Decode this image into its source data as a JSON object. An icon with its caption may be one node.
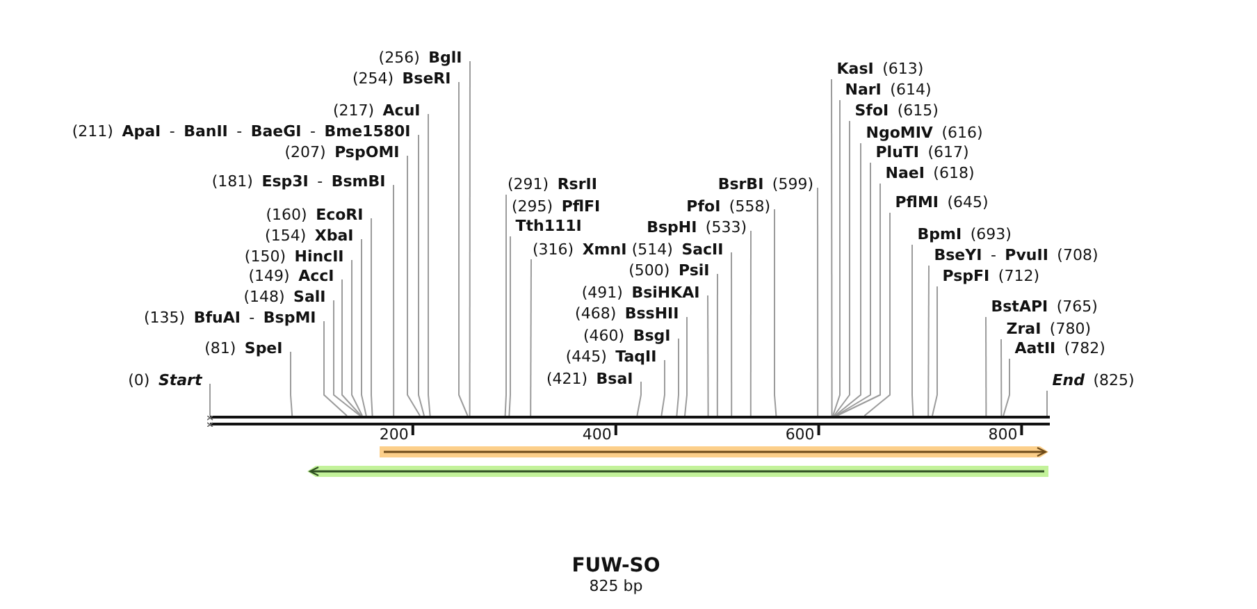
{
  "diagram": {
    "title": "FUW-SO",
    "nodes": [
      {
        "text": [
          "(0) **Start**"
        ]
      },
      {
        "text": [
          "(81) **SpeI**"
        ]
      },
      {
        "text": [
          "(135) **BfuAI** - **BspMI**"
        ]
      },
      {
        "text": [
          "(148) **SalI**"
        ]
      },
      {
        "text": [
          "(149) **AccI**"
        ]
      },
      {
        "text": [
          "(150) **HincII**"
        ]
      },
      {
        "text": [
          "(154) **XbaI**"
        ]
      },
      {
        "text": [
          "(160) **EcoRI**"
        ]
      },
      {
        "text": [
          "(181) **Esp3I** - **BsmBI**"
        ]
      },
      {
        "text": [
          "(207) **PspOMI**"
        ]
      },
      {
        "text": [
          "(211) **ApaI** - **BanII** - **BaeGI** - **Bme1580I**"
        ]
      },
      {
        "text": [
          "(217) **AcuI**"
        ]
      },
      {
        "text": [
          "(254) **BseRI**"
        ]
      },
      {
        "text": [
          "(256) **BglI**"
        ]
      },
      {
        "text": [
          "(291) **RsrII**"
        ]
      },
      {
        "text": [
          "(295) **PflFI** **Tth111I**"
        ]
      },
      {
        "text": [
          "(316) **XmnI**"
        ]
      },
      {
        "text": [
          "(421) **BsaI**"
        ]
      },
      {
        "text": [
          "(445) **TaqII**"
        ]
      },
      {
        "text": [
          "(460) **BsgI**"
        ]
      },
      {
        "text": [
          "(468) **BssHII**"
        ]
      },
      {
        "text": [
          "(491) **BsiHKAI**"
        ]
      },
      {
        "text": [
          "(500) **PsiI**"
        ]
      },
      {
        "text": [
          "(514) **SacII**"
        ]
      },
      {
        "text": [
          "**BspHI** (533)"
        ]
      },
      {
        "text": [
          "**PfoI** (558)"
        ]
      },
      {
        "text": [
          "**BsrBI** (599)"
        ]
      },
      {
        "text": [
          "**KasI** (613)"
        ]
      },
      {
        "text": [
          "**NarI** (614)"
        ]
      },
      {
        "text": [
          "**SfoI** (615)"
        ]
      },
      {
        "text": [
          "**NgoMIV** (616)"
        ]
      },
      {
        "text": [
          "**PluTI** (617)"
        ]
      },
      {
        "text": [
          "**NaeI** (618)"
        ]
      },
      {
        "text": [
          "**PflMI** (645)"
        ]
      },
      {
        "text": [
          "**BpmI** (693)"
        ]
      },
      {
        "text": [
          "**BseYI** - **PvuII** (708)"
        ]
      },
      {
        "text": [
          "**PspFI** (712)"
        ]
      },
      {
        "text": [
          "**BstAPI** (765)"
        ]
      },
      {
        "text": [
          "**ZraI** (780)"
        ]
      },
      {
        "text": [
          "**AatII** (782)"
        ]
      },
      {
        "text": [
          "**End** (825)"
        ]
      },
      {
        "text": [],
        "shape": "bar"
      },
      {
        "text": [],
        "shape": "arrow"
      },
      {
        "text": [],
        "shape": "arrow"
      }
    ],
    "edges": [
      {
        "from": 0,
        "to": 41,
        "arrow": "none"
      },
      {
        "from": 1,
        "to": 41,
        "arrow": "none"
      },
      {
        "from": 2,
        "to": 41,
        "arrow": "none"
      },
      {
        "from": 3,
        "to": 41,
        "arrow": "none"
      },
      {
        "from": 4,
        "to": 41,
        "arrow": "none"
      },
      {
        "from": 5,
        "to": 41,
        "arrow": "none"
      },
      {
        "from": 6,
        "to": 41,
        "arrow": "none"
      },
      {
        "from": 7,
        "to": 41,
        "arrow": "none"
      },
      {
        "from": 8,
        "to": 41,
        "arrow": "none"
      },
      {
        "from": 9,
        "to": 41,
        "arrow": "none"
      },
      {
        "from": 10,
        "to": 41,
        "arrow": "none"
      },
      {
        "from": 11,
        "to": 41,
        "arrow": "none"
      },
      {
        "from": 12,
        "to": 41,
        "arrow": "none"
      },
      {
        "from": 13,
        "to": 41,
        "arrow": "none"
      },
      {
        "from": 14,
        "to": 41,
        "arrow": "none"
      },
      {
        "from": 15,
        "to": 41,
        "arrow": "none"
      },
      {
        "from": 16,
        "to": 41,
        "arrow": "none"
      },
      {
        "from": 17,
        "to": 41,
        "arrow": "none"
      },
      {
        "from": 18,
        "to": 41,
        "arrow": "none"
      },
      {
        "from": 19,
        "to": 41,
        "arrow": "none"
      },
      {
        "from": 20,
        "to": 41,
        "arrow": "none"
      },
      {
        "from": 21,
        "to": 41,
        "arrow": "none"
      },
      {
        "from": 22,
        "to": 41,
        "arrow": "none"
      },
      {
        "from": 23,
        "to": 41,
        "arrow": "none"
      },
      {
        "from": 24,
        "to": 41,
        "arrow": "none"
      },
      {
        "from": 25,
        "to": 41,
        "arrow": "none"
      },
      {
        "from": 26,
        "to": 41,
        "arrow": "none"
      },
      {
        "from": 27,
        "to": 41,
        "arrow": "none"
      },
      {
        "from": 28,
        "to": 41,
        "arrow": "none"
      },
      {
        "from": 29,
        "to": 41,
        "arrow": "none"
      },
      {
        "from": 30,
        "to": 41,
        "arrow": "none"
      },
      {
        "from": 31,
        "to": 41,
        "arrow": "none"
      },
      {
        "from": 32,
        "to": 41,
        "arrow": "none"
      },
      {
        "from": 33,
        "to": 41,
        "arrow": "none"
      },
      {
        "from": 34,
        "to": 41,
        "arrow": "none"
      },
      {
        "from": 35,
        "to": 41,
        "arrow": "none"
      },
      {
        "from": 36,
        "to": 41,
        "arrow": "none"
      },
      {
        "from": 37,
        "to": 41,
        "arrow": "none"
      },
      {
        "from": 38,
        "to": 41,
        "arrow": "none"
      },
      {
        "from": 39,
        "to": 41,
        "arrow": "none"
      },
      {
        "from": 40,
        "to": 41,
        "arrow": "none"
      }
    ],
    "labels": [
      "200",
      "400",
      "600",
      "800",
      "825 bp"
    ]
  }
}
